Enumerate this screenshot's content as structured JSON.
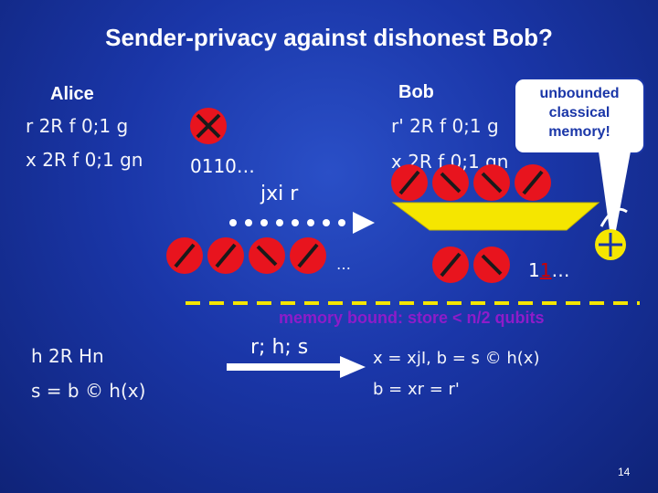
{
  "title": "Sender-privacy against dishonest Bob?",
  "alice": {
    "label": "Alice",
    "line1": "r 2R f 0;1 g",
    "line2": "x 2R f 0;1 gn"
  },
  "bob": {
    "label": "Bob",
    "line1": "r' 2R f 0;1 g",
    "line2": "x 2R f 0;1 gn"
  },
  "callout": [
    "unbounded",
    "classical",
    "memory!"
  ],
  "bits_alice": "0110…",
  "ket": "jxi r",
  "dots_right": "…",
  "bob_result_prefix": "1",
  "bob_result_highlight": "1",
  "bob_result_suffix": "…",
  "memory_bound": "memory bound: store < n/2 qubits",
  "alice_lower": {
    "line1": "h 2R Hn",
    "line2": "s = b © h(x)"
  },
  "sent_values": "r; h; s",
  "bob_lower": {
    "line1": "x = xjI, b = s © h(x)",
    "line2": "b = xr = r'"
  },
  "page_number": "14",
  "colors": {
    "background": "#1a36a8",
    "qubit_red": "#e8141e",
    "funnel_yellow": "#f5e600",
    "memory_text": "#8e1cc9",
    "highlight_red": "#cc0000"
  }
}
